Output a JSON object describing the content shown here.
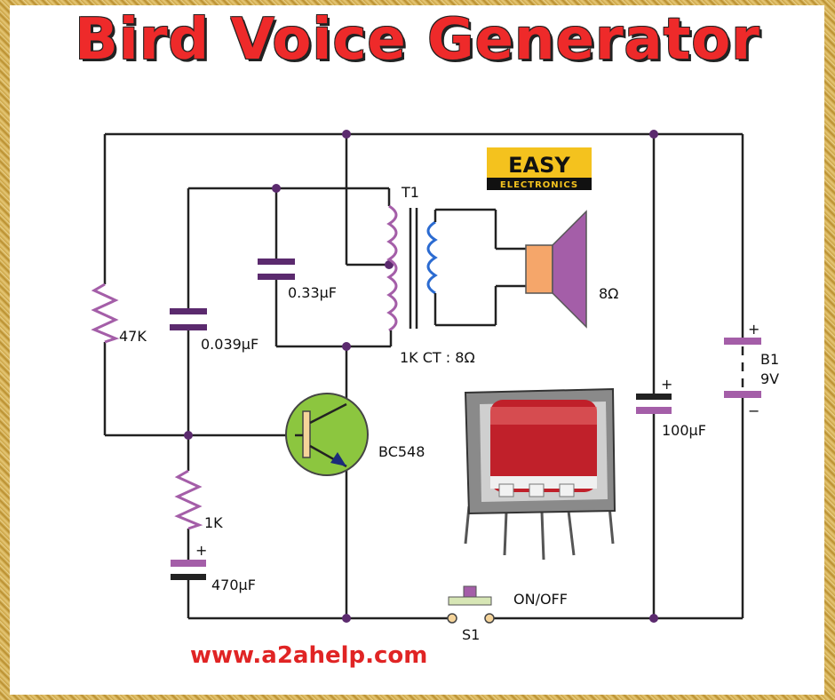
{
  "title": "Bird Voice Generator",
  "logo": {
    "line1": "EASY",
    "line2": "ELECTRONICS"
  },
  "components": {
    "transformer": {
      "ref": "T1",
      "spec": "1K CT : 8Ω"
    },
    "speaker": {
      "value": "8Ω"
    },
    "c1": {
      "value": "0.33μF"
    },
    "c2": {
      "value": "0.039μF"
    },
    "r1": {
      "value": "47K"
    },
    "r2": {
      "value": "1K"
    },
    "c3": {
      "value": "470μF",
      "polarity": "+"
    },
    "c4": {
      "value": "100μF",
      "polarity": "+"
    },
    "battery": {
      "ref": "B1",
      "value": "9V",
      "plus": "+",
      "minus": "−"
    },
    "transistor": {
      "value": "BC548"
    },
    "switch": {
      "ref": "S1",
      "label": "ON/OFF"
    }
  },
  "website": "www.a2ahelp.com",
  "colors": {
    "title_red": "#ee2a2a",
    "wire": "#222222",
    "junction": "#5b2a6e",
    "component_purple": "#a45ea8",
    "coil_blue": "#2b6bd1",
    "transistor_green": "#8cc63f",
    "speaker_orange": "#f5a66a",
    "url_red": "#e02424"
  }
}
